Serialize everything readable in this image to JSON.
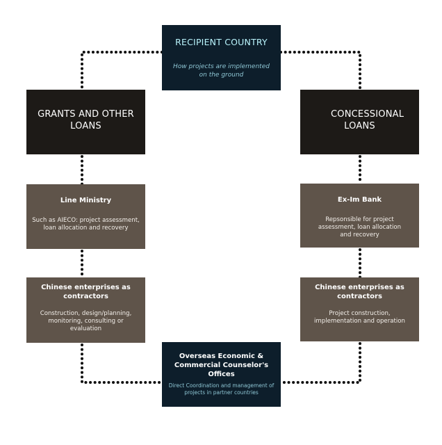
{
  "recipient": {
    "title": "RECIPIENT COUNTRY",
    "subtitle": "How projects are implemented on the ground"
  },
  "grants": {
    "title": "GRANTS AND OTHER LOANS"
  },
  "concessional": {
    "title": "CONCESSIONAL LOANS"
  },
  "line_ministry": {
    "title": "Line Ministry",
    "description": "Such as AIECO: project assessment, loan allocation and recovery"
  },
  "eximbank": {
    "title": "Ex-Im Bank",
    "description": "Repsonsible for project assessment, loan allocation and recovery"
  },
  "enterprises_left": {
    "title": "Chinese enterprises as contractors",
    "description": "Construction, design/planning, monitoring, consulting or evaluation"
  },
  "enterprises_right": {
    "title": "Chinese enterprises as contractors",
    "description": "Project construction, implementation and operation"
  },
  "overseas": {
    "title": "Overseas Economic & Commercial Counselor's Offices",
    "description": "Direct Coordination and management of projects in partner countries"
  },
  "colors": {
    "navy": "#0d1e2b",
    "black": "#1d1a17",
    "brown": "#5f544a",
    "cyan_title": "#b9f4fc",
    "cyan_text": "#8ec6d4",
    "connector": "#111111"
  }
}
